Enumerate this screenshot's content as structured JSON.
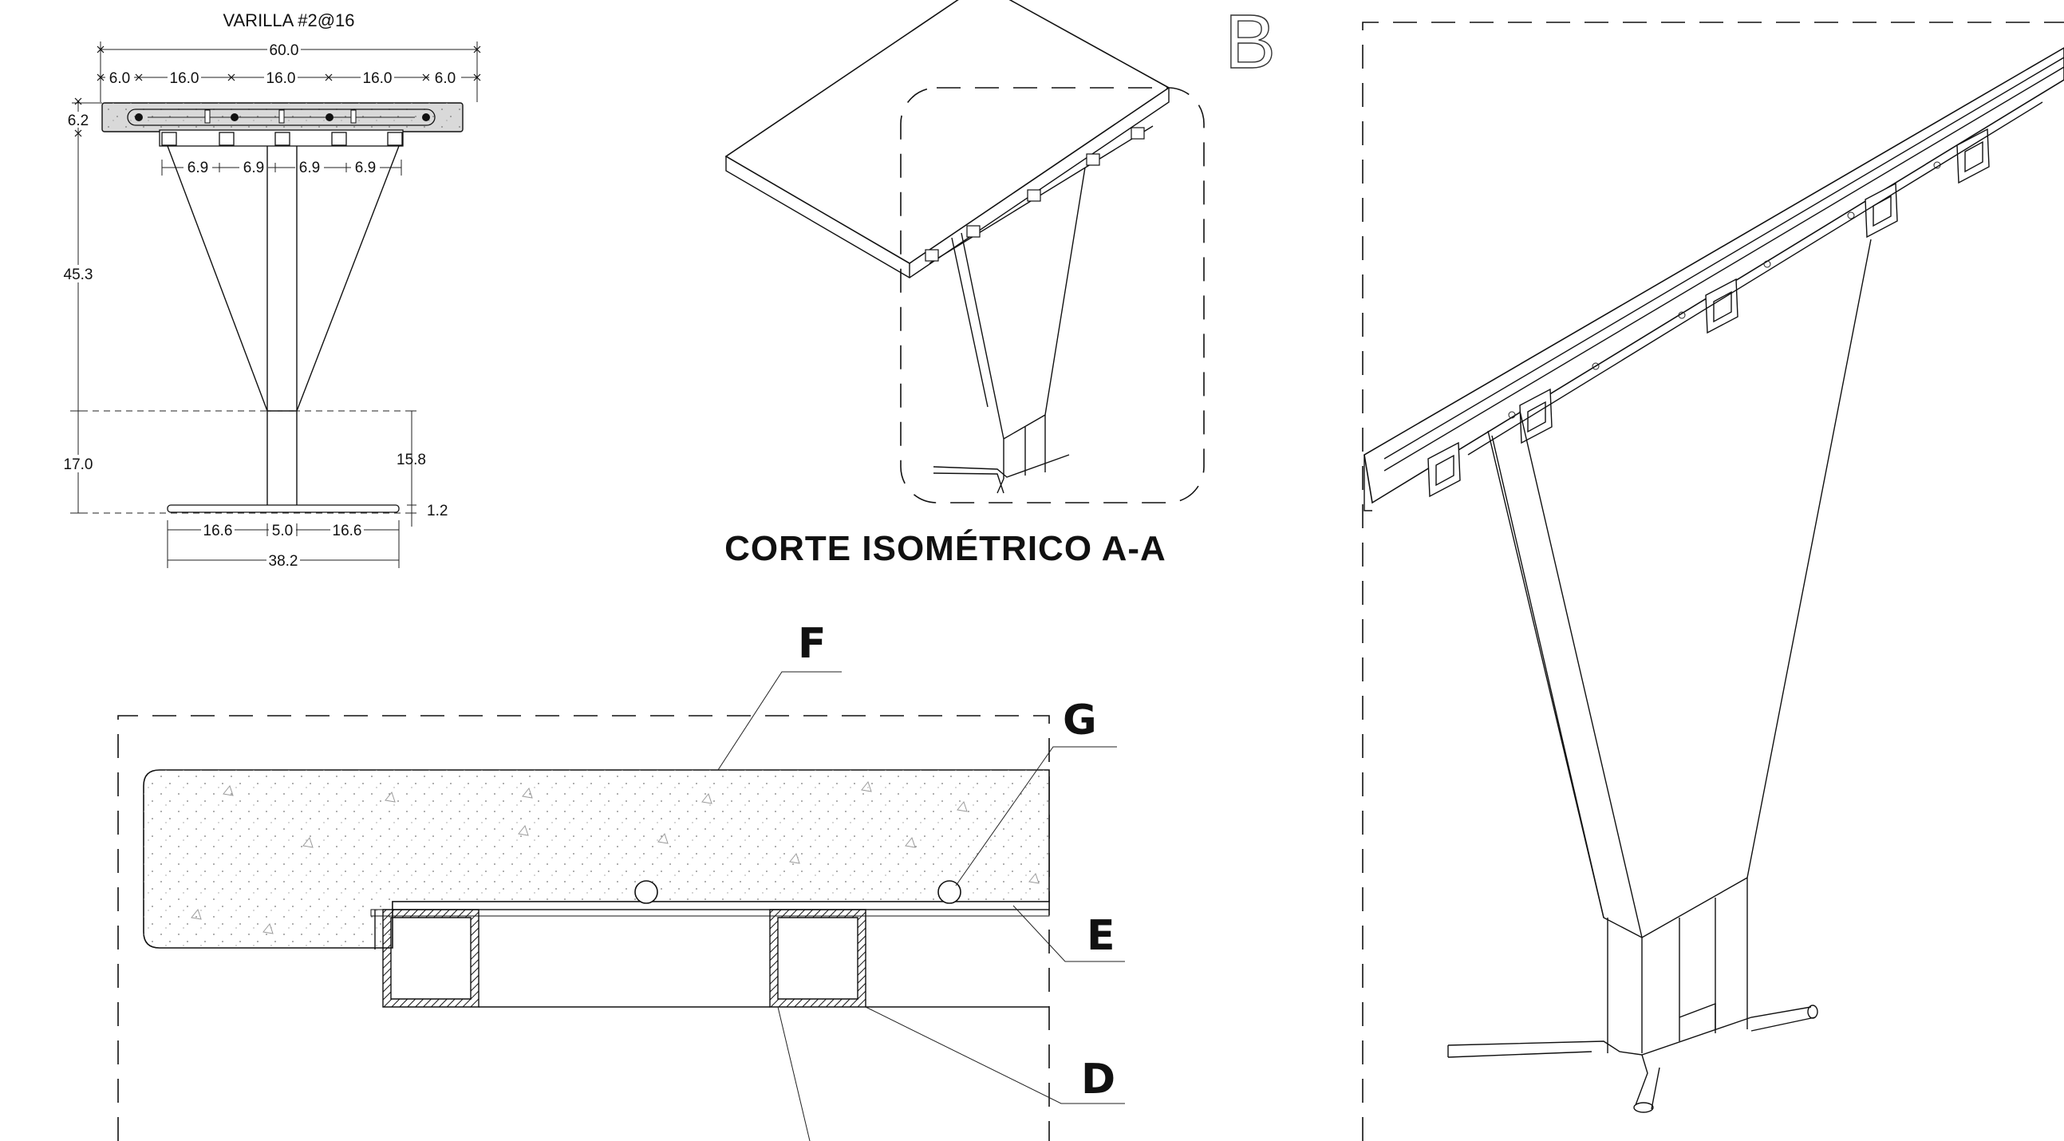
{
  "section": {
    "rebar_label": "VARILLA #2@16",
    "dims": {
      "overall_width": "60.0",
      "seg_a": "6.0",
      "seg_b": "16.0",
      "seg_c": "16.0",
      "seg_d": "16.0",
      "seg_e": "6.0",
      "slab_thk": "6.2",
      "tube_1": "6.9",
      "tube_2": "6.9",
      "tube_3": "6.9",
      "tube_4": "6.9",
      "cone_h": "45.3",
      "base_h": "17.0",
      "stem_h": "15.8",
      "foot_thk": "1.2",
      "foot_l": "16.6",
      "stem_w": "5.0",
      "foot_r": "16.6",
      "foot_total": "38.2"
    }
  },
  "iso": {
    "title": "CORTE ISOMÉTRICO A-A"
  },
  "detail_mark": "B",
  "callouts": {
    "f": "F",
    "g": "G",
    "e": "E",
    "d": "D"
  }
}
